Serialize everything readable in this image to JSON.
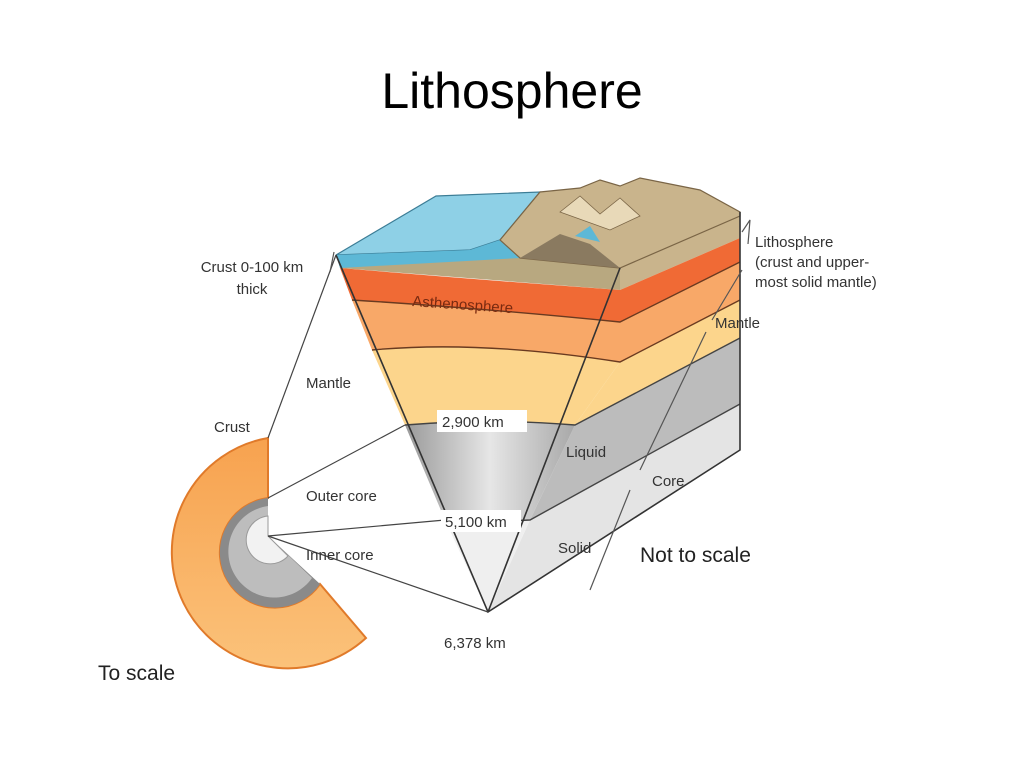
{
  "slide": {
    "title": "Lithosphere"
  },
  "labels": {
    "crust_thickness_line1": "Crust 0-100 km",
    "crust_thickness_line2": "thick",
    "asthenosphere": "Asthenosphere",
    "lithosphere_line1": "Lithosphere",
    "lithosphere_line2": "(crust and upper-",
    "lithosphere_line3": "most solid mantle)",
    "mantle_right": "Mantle",
    "mantle_left": "Mantle",
    "crust": "Crust",
    "depth_2900": "2,900 km",
    "liquid": "Liquid",
    "core": "Core",
    "outer_core": "Outer core",
    "depth_5100": "5,100 km",
    "solid": "Solid",
    "inner_core": "Inner core",
    "not_to_scale": "Not to scale",
    "depth_6378": "6,378 km",
    "to_scale": "To scale"
  },
  "colors": {
    "ocean": "#8ed0e6",
    "land": "#c9b48c",
    "crust": "#b8a880",
    "asthenosphere": "#f06a35",
    "upper_mantle": "#f8a868",
    "lower_mantle": "#fcd58c",
    "outer_core": "#c8c8c8",
    "inner_core": "#ebebeb"
  },
  "icons": {
    "earth_cross_section": "earth-cross-section-icon"
  }
}
